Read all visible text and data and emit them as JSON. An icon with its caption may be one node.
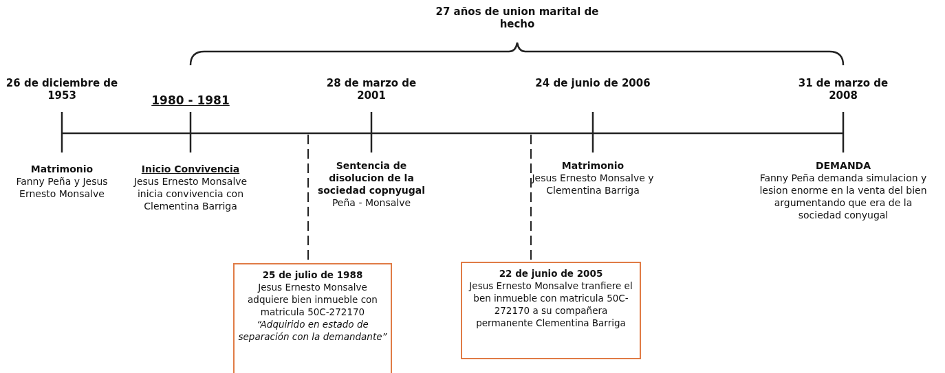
{
  "diagram": {
    "nodes": [
      {
        "text": [
          "25 de julio de 1988",
          "Jesus Ernesto Monsalve adquiere bien inmueble con matricula 50C-272170",
          "“Adquirido en estado de separación con la demandante”"
        ]
      },
      {
        "text": [
          "22 de junio de 2005",
          "Jesus Ernesto Monsalve tranfiere el ben inmueble con matricula 50C-272170 a su compañera permanente Clementina Barriga"
        ]
      }
    ],
    "edges": [
      {
        "from": null,
        "to": 0,
        "arrow": "none",
        "style": "dashed"
      },
      {
        "from": null,
        "to": 1,
        "arrow": "none",
        "style": "dashed"
      }
    ],
    "labels": [
      "27 años de union marital de hecho",
      "26 de diciembre de 1953",
      "1980 - 1981",
      "28 de marzo de 2001",
      "24 de junio de 2006",
      "31 de marzo de 2008",
      "Matrimonio",
      "Fanny Peña y Jesus Ernesto Monsalve",
      "Inicio Convivencia",
      "Jesus Ernesto Monsalve inicia convivencia con Clementina Barriga",
      "Sentencia de disolucion de la sociedad copnyugal",
      "Peña - Monsalve",
      "Matrimonio",
      "Jesus Ernesto Monsalve y Clementina Barriga",
      "DEMANDA",
      "Fanny Peña demanda simulacion y lesion enorme en la venta del bien argumentando que era de la sociedad conyugal"
    ]
  }
}
